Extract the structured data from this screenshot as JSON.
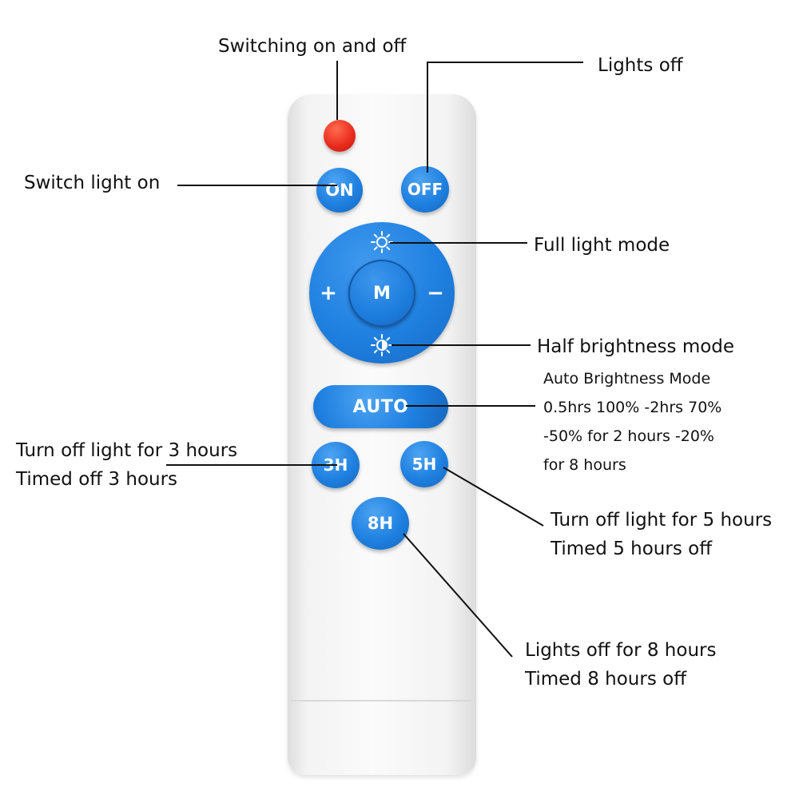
{
  "remote": {
    "buttons": {
      "on": "ON",
      "off": "OFF",
      "mode": "M",
      "plus": "+",
      "minus": "−",
      "auto": "AUTO",
      "h3": "3H",
      "h5": "5H",
      "h8": "8H"
    },
    "icons": [
      "power-icon",
      "full-light-sun-icon",
      "half-brightness-sun-icon"
    ],
    "colors": {
      "button_blue": "#1f80e0",
      "power_red": "#e8291b",
      "body": "#f7f7f7"
    }
  },
  "callouts": {
    "power": "Switching on and off",
    "lights_off": "Lights off",
    "switch_on": "Switch light on",
    "full_light": "Full light mode",
    "half_brightness": "Half brightness mode",
    "auto": [
      "Auto Brightness Mode",
      "0.5hrs 100% -2hrs 70%",
      "-50% for 2 hours -20%",
      "for 8 hours"
    ],
    "h3": [
      "Turn off light for 3 hours",
      "Timed off 3 hours"
    ],
    "h5": [
      "Turn off light for 5 hours",
      "Timed 5 hours off"
    ],
    "h8": [
      "Lights off for 8 hours",
      "Timed 8 hours off"
    ]
  }
}
